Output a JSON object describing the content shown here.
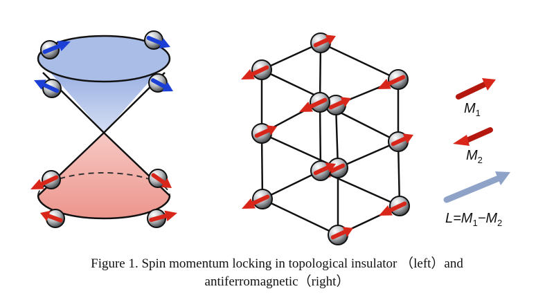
{
  "figure": {
    "caption_line1": "Figure 1. Spin momentum locking in topological insulator （left）and",
    "caption_line2": "antiferromagnetic（right）",
    "legend": {
      "m1": {
        "letter": "M",
        "sub": "1"
      },
      "m2": {
        "letter": "M",
        "sub": "2"
      },
      "l": {
        "pre": "L=M",
        "sub1": "1",
        "mid": "−M",
        "sub2": "2"
      }
    },
    "colors": {
      "upper_cone": "#a9bde6",
      "lower_cone": "#f0a9a3",
      "spin_blue": "#1c3fd6",
      "spin_red": "#d9261a",
      "neel_vector": "#8fa3c8"
    }
  }
}
